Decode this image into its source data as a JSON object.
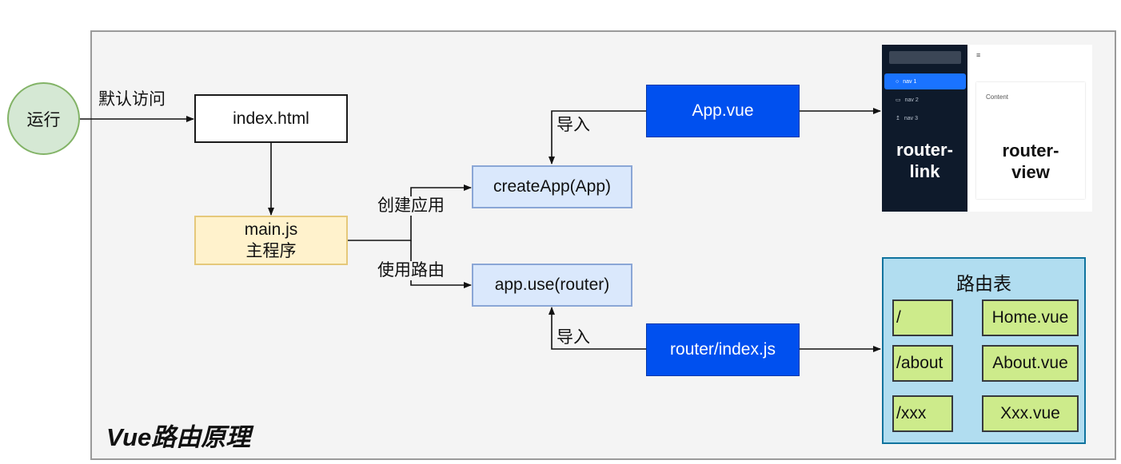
{
  "title": "Vue路由原理",
  "nodes": {
    "run": "运行",
    "index_html": "index.html",
    "main_js": "main.js",
    "main_js_sub": "主程序",
    "create_app": "createApp(App)",
    "app_use": "app.use(router)",
    "app_vue": "App.vue",
    "router_index": "router/index.js"
  },
  "edge_labels": {
    "default_visit": "默认访问",
    "create_application": "创建应用",
    "use_router": "使用路由",
    "import_top": "导入",
    "import_bottom": "导入"
  },
  "route_table": {
    "title": "路由表",
    "rows": [
      {
        "path": "/",
        "component": "Home.vue"
      },
      {
        "path": "/about",
        "component": "About.vue"
      },
      {
        "path": "/xxx",
        "component": "Xxx.vue"
      }
    ]
  },
  "mock_page": {
    "menu_icon": "≡",
    "nav_items": [
      {
        "label": "nav 1",
        "icon": "user-icon",
        "active": true
      },
      {
        "label": "nav 2",
        "icon": "video-icon",
        "active": false
      },
      {
        "label": "nav 3",
        "icon": "upload-icon",
        "active": false
      }
    ],
    "content_label": "Content",
    "router_link": "router-link",
    "router_view": "router-view"
  },
  "colors": {
    "run_fill": "#d5e8d4",
    "main_fill": "#fff2cc",
    "call_fill": "#dae8fc",
    "module_fill": "#0050ef",
    "route_table_fill": "#b1ddf0",
    "route_cell_fill": "#cdeb8b"
  }
}
